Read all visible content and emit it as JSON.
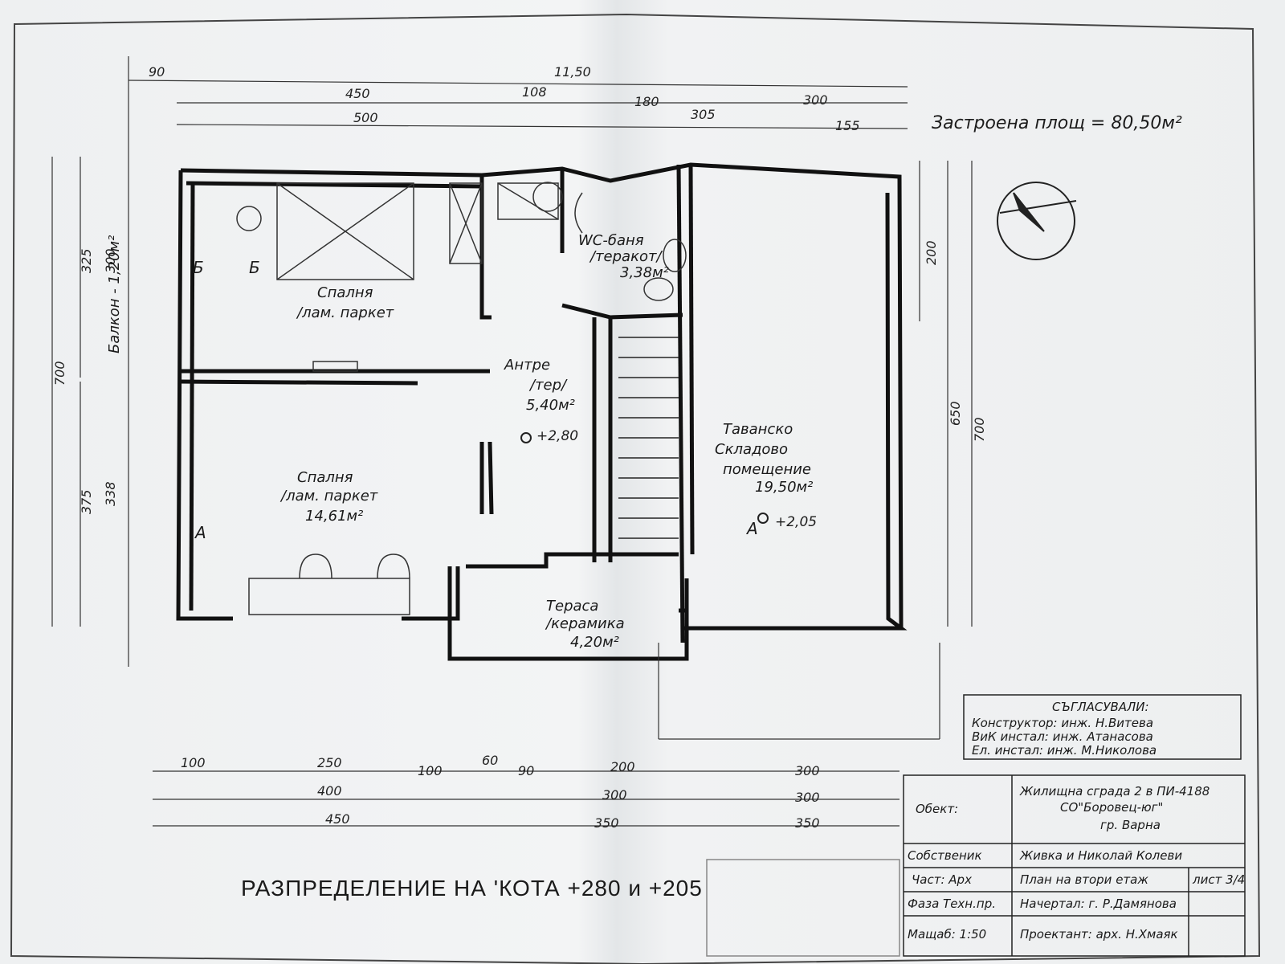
{
  "labels": {
    "built_area": "Застроена площ = 80,50м²",
    "sheet_title": "РАЗПРЕДЕЛЕНИЕ НА 'КОТА +280 и +205",
    "section_a": "А",
    "section_b": "Б"
  },
  "rooms": [
    {
      "name": "Спалня",
      "floor": "/лам. паркет"
    },
    {
      "name": "Спалня",
      "floor": "/лам. паркет",
      "area": "14,61м²"
    },
    {
      "name": "Антре",
      "floor": "/тер/",
      "area": "5,40м²"
    },
    {
      "name": "WC-баня",
      "floor": "/теракот/",
      "area": "3,38м²"
    },
    {
      "name": "Таванско",
      "name2": "Складово",
      "name3": "помещение",
      "area": "19,50м²"
    },
    {
      "name": "Тераса",
      "floor": "/керамика",
      "area": "4,20м²"
    },
    {
      "name": "Балкон - 1,20м²"
    }
  ],
  "levels": [
    "+2,80",
    "+2,05"
  ],
  "dims": {
    "top": [
      "90",
      "11,50",
      "450",
      "108",
      "180",
      "300",
      "500",
      "305",
      "155"
    ],
    "left": [
      "700",
      "325",
      "375",
      "300",
      "338"
    ],
    "right": [
      "200",
      "650",
      "700"
    ],
    "bottom": [
      "100",
      "250",
      "100",
      "60",
      "90",
      "200",
      "300",
      "400",
      "300",
      "300",
      "450",
      "350",
      "350"
    ]
  },
  "approvals": {
    "heading": "СЪГЛАСУВАЛИ:",
    "rows": [
      "Конструктор: инж. Н.Витева",
      "ВиК инстал: инж. Атанасова",
      "Ел. инстал: инж. М.Николова"
    ]
  },
  "title_block": {
    "object_label": "Обект:",
    "object_lines": [
      "Жилищна сграда 2 в ПИ-4188",
      "СО\"Боровец-юг\"",
      "гр. Варна"
    ],
    "owner_label": "Собственик",
    "owner": "Живка и Николай Колеви",
    "part_label": "Част: Арх",
    "sheet_name": "План на втори етаж",
    "sheet_no": "лист 3/4",
    "phase_label": "Фаза Техн.пр.",
    "drawn_by": "Начертал: г. Р.Дамянова",
    "scale": "Мащаб: 1:50",
    "designer": "Проектант: арх. Н.Хмаяк"
  }
}
